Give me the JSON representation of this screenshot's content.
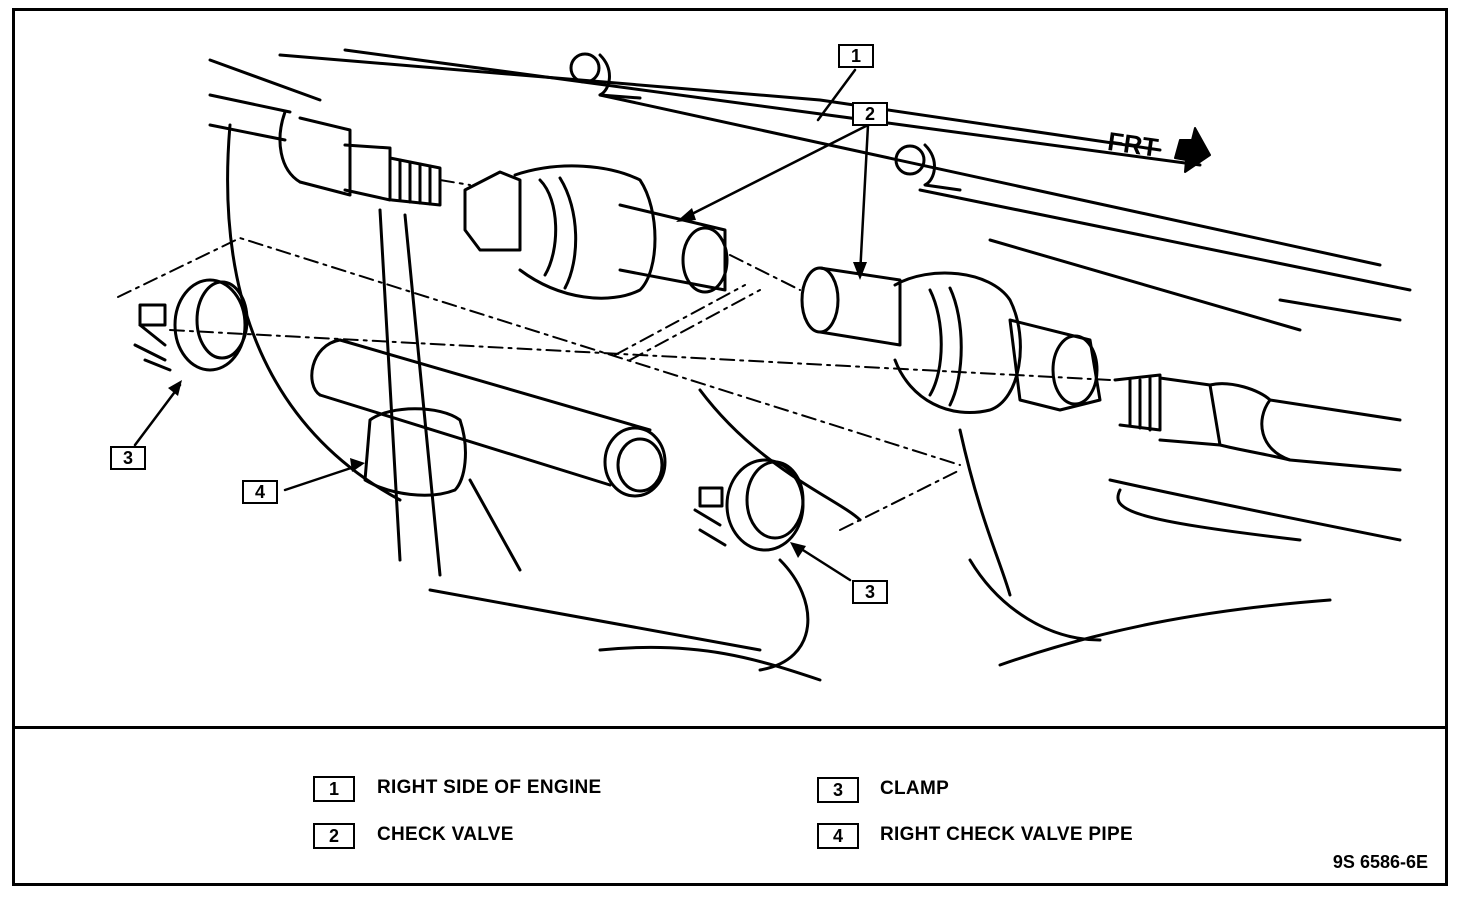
{
  "callouts": {
    "c1": "1",
    "c2": "2",
    "c3_left": "3",
    "c3_right": "3",
    "c4": "4"
  },
  "direction_label": "FRT",
  "legend": [
    {
      "num": "1",
      "text": "RIGHT SIDE OF ENGINE"
    },
    {
      "num": "2",
      "text": "CHECK VALVE"
    },
    {
      "num": "3",
      "text": "CLAMP"
    },
    {
      "num": "4",
      "text": "RIGHT CHECK VALVE PIPE"
    }
  ],
  "figure_id": "9S 6586-6E"
}
